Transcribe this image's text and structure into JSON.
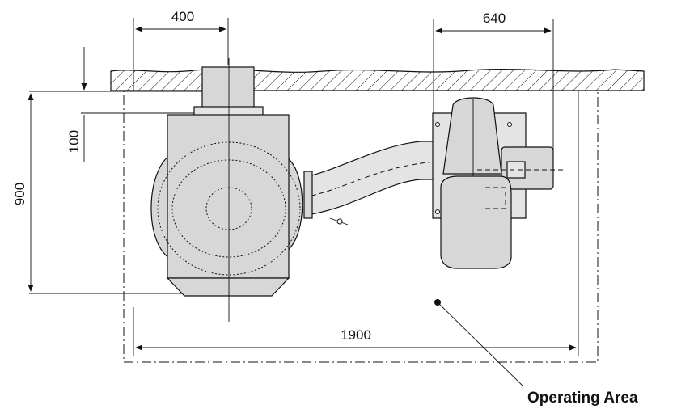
{
  "dimensions": {
    "width_top_left": "400",
    "width_top_right": "640",
    "height_left": "900",
    "height_offset": "100",
    "width_bottom": "1900"
  },
  "callout": {
    "label": "Operating Area"
  }
}
